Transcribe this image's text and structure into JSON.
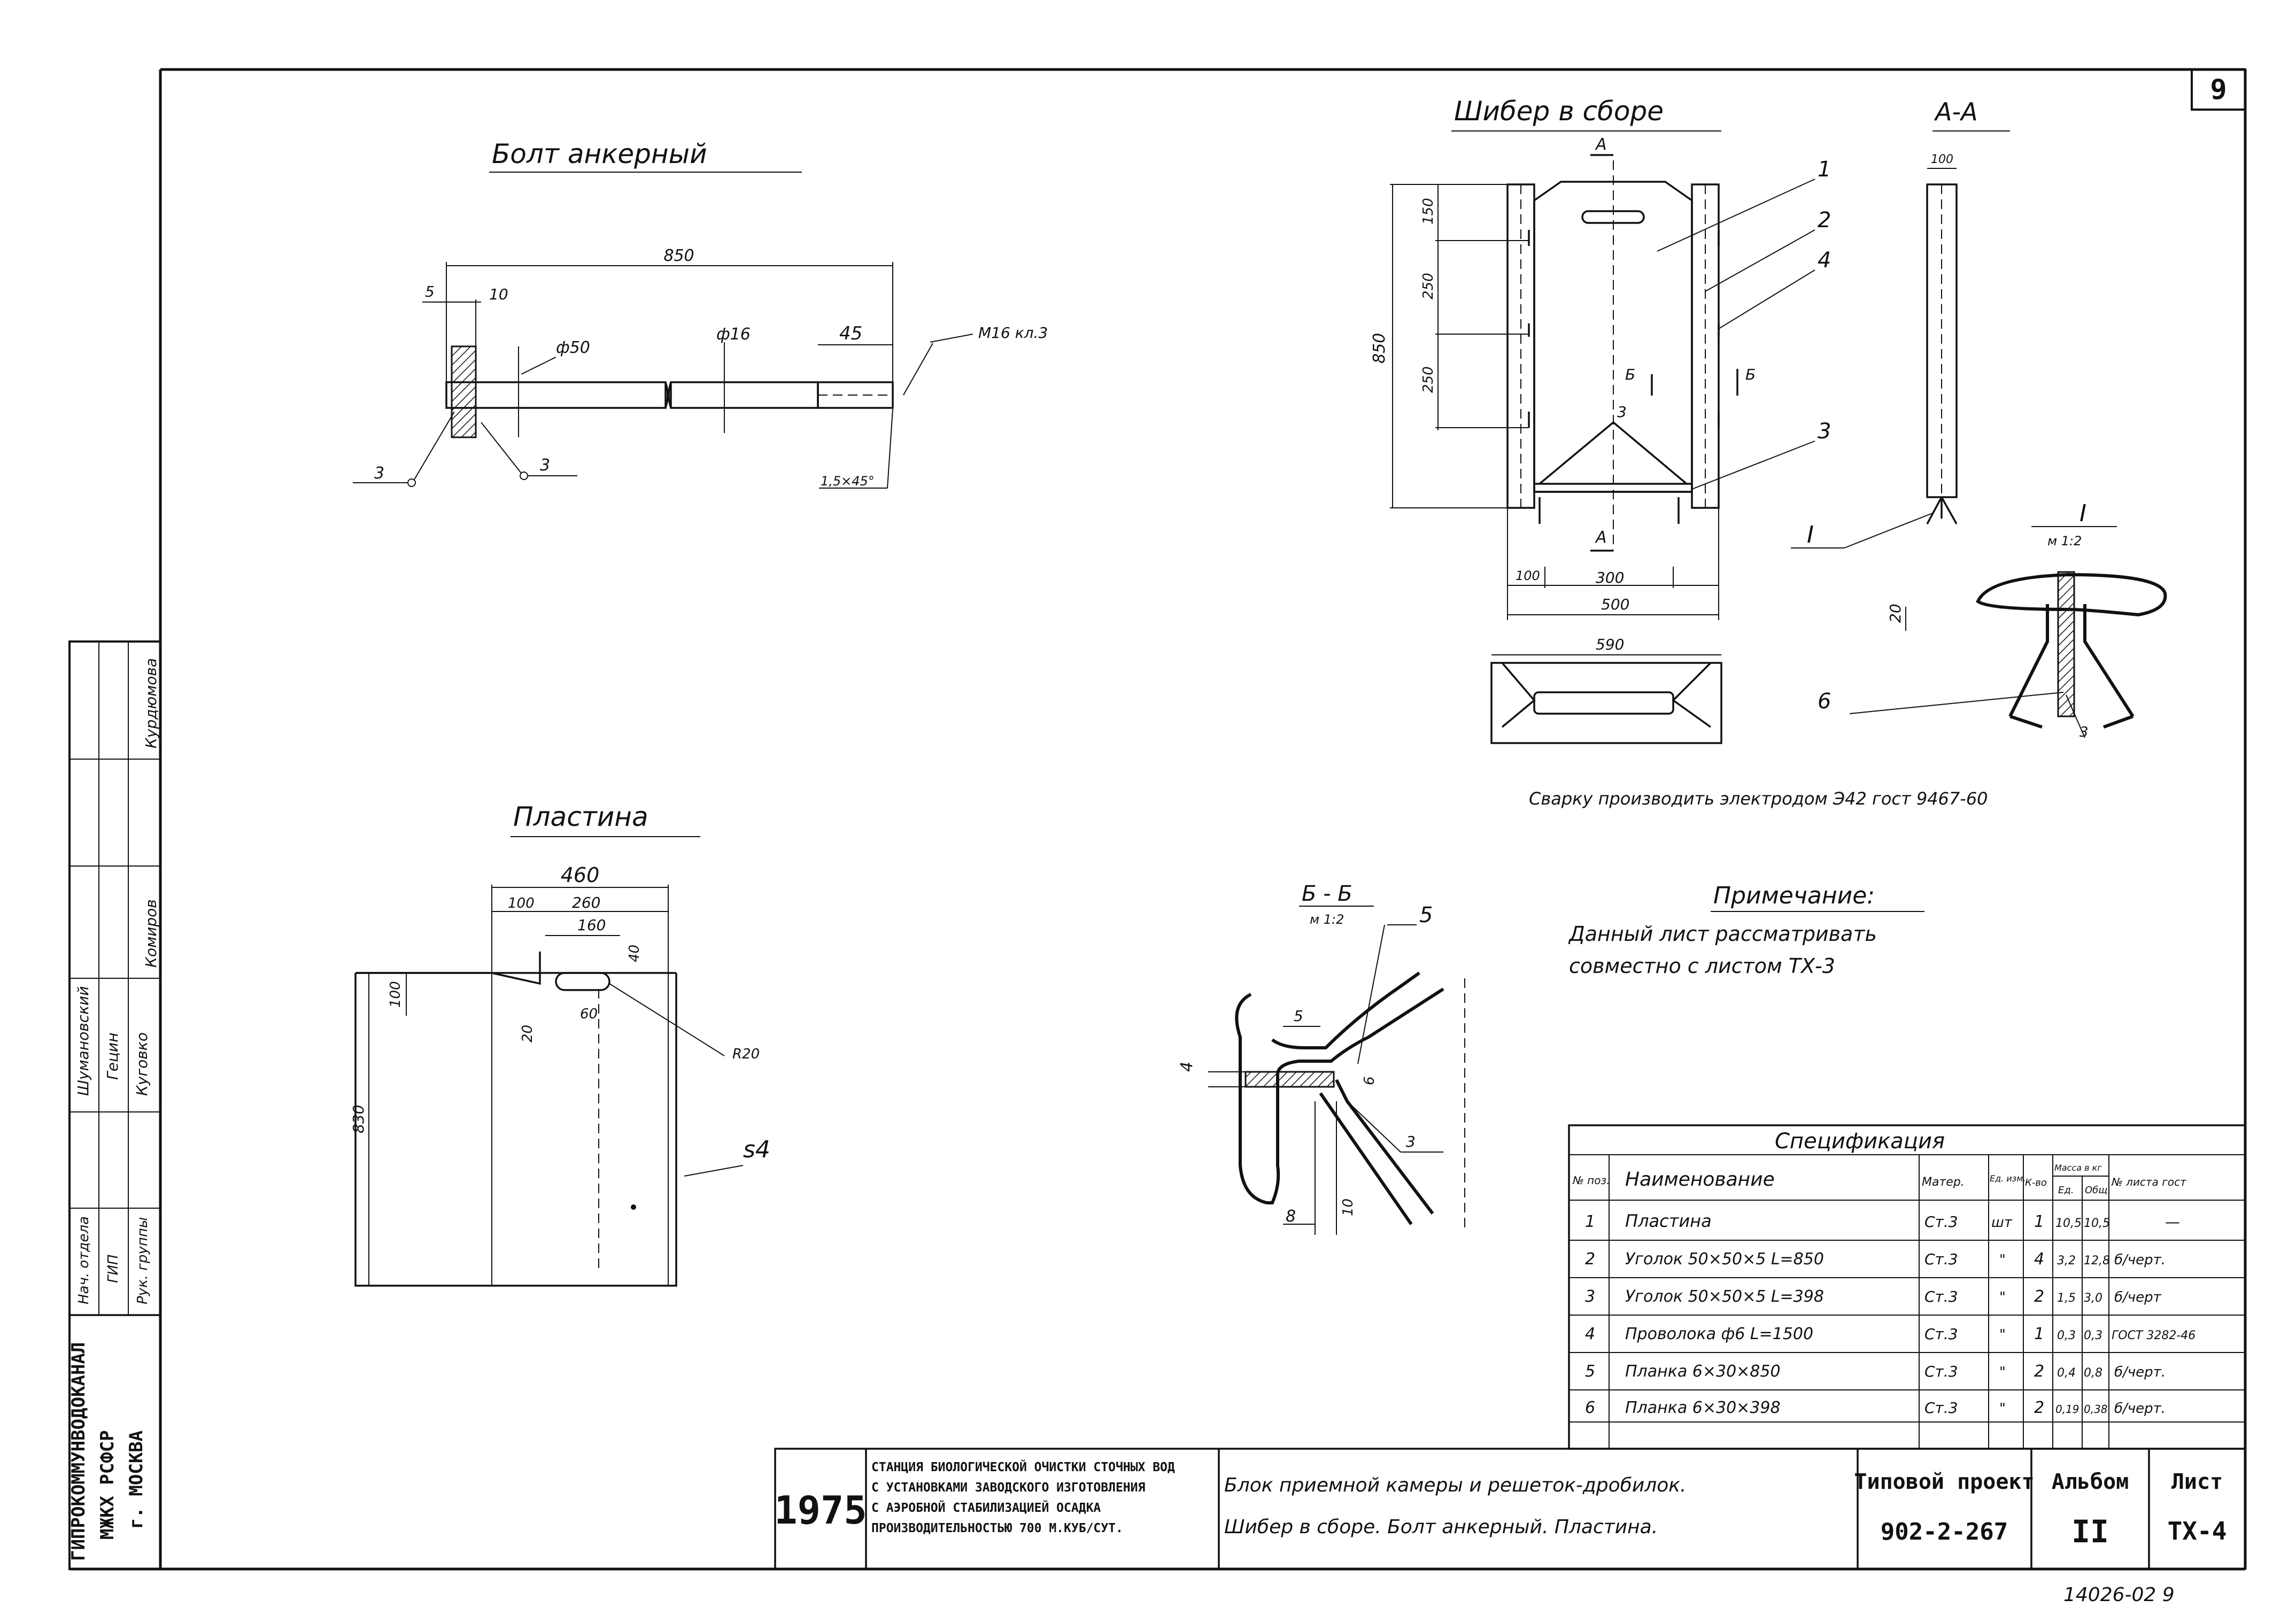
{
  "sheet_number": "9",
  "bolt": {
    "title": "Болт анкерный",
    "dims": {
      "total": "850",
      "d1": "5",
      "d2": "10",
      "d3": "ф50",
      "d4": "ф16",
      "d5": "45",
      "thread": "М16 кл.3",
      "chamfer": "1,5×45°",
      "weld1": "3",
      "weld2": "3"
    }
  },
  "plate": {
    "title": "Пластина",
    "dims": {
      "width": "460",
      "w1": "100",
      "w2": "260",
      "slot": "160",
      "s1": "40",
      "s2": "100",
      "s3": "20",
      "s4": "60",
      "radius": "R20",
      "height": "830",
      "thickness": "s4"
    }
  },
  "gate": {
    "title": "Шибер в сборе",
    "section_aa": "А-А",
    "dims": {
      "h1": "150",
      "h2": "250",
      "h3": "250",
      "total_h": "850",
      "w_left": "100",
      "w_mid": "300",
      "w_total": "500",
      "bottom_w": "590",
      "aa_w": "100"
    },
    "positions": [
      "1",
      "2",
      "4",
      "3"
    ],
    "section_marks": {
      "a": "А",
      "b": "Б"
    },
    "weld": "3"
  },
  "detail_I": {
    "label": "I",
    "scale": "м 1:2",
    "dim": "20",
    "pos": "6",
    "weld": "3"
  },
  "section_bb": {
    "title": "Б - Б",
    "scale": "м 1:2",
    "pos": "5",
    "dims": {
      "a": "4",
      "b": "8",
      "c": "10",
      "d": "6",
      "weld1": "5",
      "weld2": "3"
    }
  },
  "weld_note": "Сварку производить электродом Э42 гост 9467-60",
  "note": {
    "title": "Примечание:",
    "line1": "Данный лист рассматривать",
    "line2": "совместно с листом ТХ-3"
  },
  "spec": {
    "title": "Спецификация",
    "headers": {
      "pos": "№ поз.",
      "name": "Наименование",
      "mat": "Матер.",
      "unit": "Ед. изм.",
      "qty": "К-во",
      "mass": "Масса в кг",
      "mass_one": "Ед.",
      "mass_total": "Общ.",
      "ref": "№ листа гост"
    },
    "rows": [
      {
        "pos": "1",
        "name": "Пластина",
        "mat": "Ст.3",
        "unit": "шт",
        "qty": "1",
        "m1": "10,5",
        "m2": "10,5",
        "ref": "—"
      },
      {
        "pos": "2",
        "name": "Уголок 50×50×5  L=850",
        "mat": "Ст.3",
        "unit": "\"",
        "qty": "4",
        "m1": "3,2",
        "m2": "12,8",
        "ref": "б/черт."
      },
      {
        "pos": "3",
        "name": "Уголок 50×50×5  L=398",
        "mat": "Ст.3",
        "unit": "\"",
        "qty": "2",
        "m1": "1,5",
        "m2": "3,0",
        "ref": "б/черт"
      },
      {
        "pos": "4",
        "name": "Проволока ф6  L=1500",
        "mat": "Ст.3",
        "unit": "\"",
        "qty": "1",
        "m1": "0,3",
        "m2": "0,3",
        "ref": "ГОСТ 3282-46"
      },
      {
        "pos": "5",
        "name": "Планка  6×30×850",
        "mat": "Ст.3",
        "unit": "\"",
        "qty": "2",
        "m1": "0,4",
        "m2": "0,8",
        "ref": "б/черт."
      },
      {
        "pos": "6",
        "name": "Планка  6×30×398",
        "mat": "Ст.3",
        "unit": "\"",
        "qty": "2",
        "m1": "0,19",
        "m2": "0,38",
        "ref": "б/черт."
      }
    ]
  },
  "title_block": {
    "year": "1975",
    "station": [
      "СТАНЦИЯ БИОЛОГИЧЕСКОЙ ОЧИСТКИ СТОЧНЫХ ВОД",
      "С УСТАНОВКАМИ ЗАВОДСКОГО ИЗГОТОВЛЕНИЯ",
      "С АЭРОБНОЙ СТАБИЛИЗАЦИЕЙ ОСАДКА",
      "ПРОИЗВОДИТЕЛЬНОСТЬЮ 700 М.КУБ/СУТ."
    ],
    "sheet_desc": [
      "Блок приемной камеры и решеток-дробилок.",
      "Шибер в сборе. Болт анкерный. Пластина."
    ],
    "project_label": "Типовой проект",
    "project_no": "902-2-267",
    "album_label": "Альбом",
    "album_no": "II",
    "sheet_label": "Лист",
    "sheet_no": "ТХ-4"
  },
  "side_block": {
    "org": [
      "ГИПРОКОММУНВОДОКАНАЛ",
      "МЖКХ РСФСР",
      "г. МОСКВА"
    ],
    "roles": [
      "Нач. отдела",
      "ГИП",
      "Рук. группы"
    ],
    "names": [
      "Шумановский",
      "Гецин",
      "Куговко",
      "Комиров",
      "Курдюмова"
    ]
  },
  "footer": "14026-02   9"
}
